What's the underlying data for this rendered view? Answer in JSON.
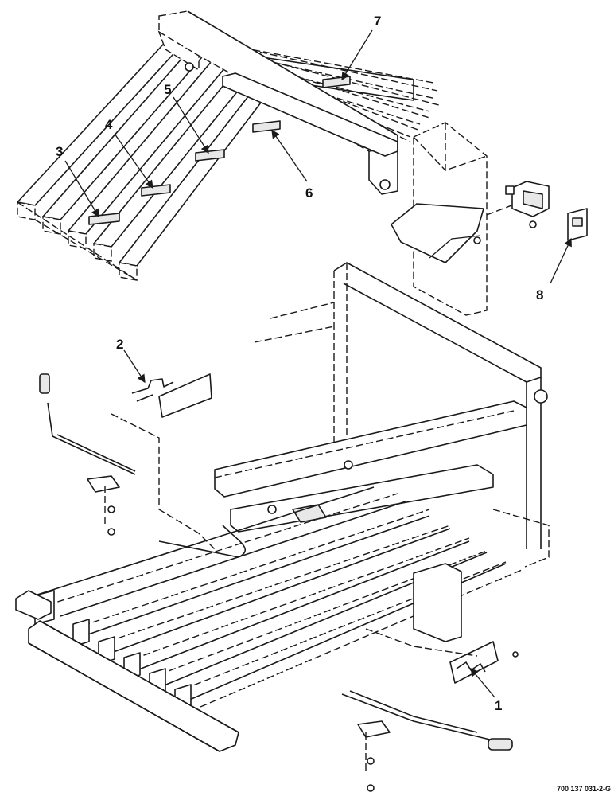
{
  "callouts": [
    "1",
    "2",
    "3",
    "4",
    "5",
    "6",
    "7",
    "8"
  ],
  "drawing_number": "700 137 031-2-G"
}
